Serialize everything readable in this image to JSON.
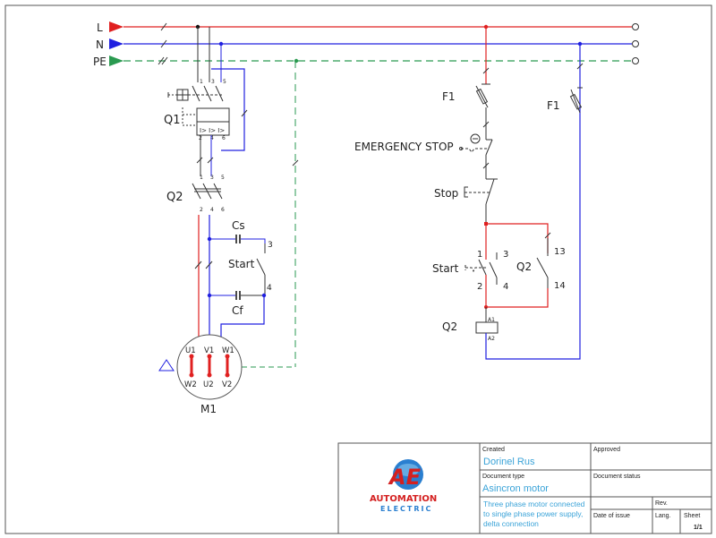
{
  "rails": [
    {
      "label": "L",
      "color": "#e02020"
    },
    {
      "label": "N",
      "color": "#2020e0"
    },
    {
      "label": "PE",
      "color": "#2a9a50"
    }
  ],
  "power_circuit": {
    "breaker": {
      "label": "Q1",
      "top_terminals": [
        "1",
        "3",
        "5"
      ],
      "bottom_terminals": [
        "2",
        "4",
        "6"
      ]
    },
    "contactor": {
      "label": "Q2",
      "top_terminals": [
        "1",
        "3",
        "5"
      ],
      "bottom_terminals": [
        "2",
        "4",
        "6"
      ]
    },
    "start_capacitor": {
      "label": "Cs"
    },
    "run_capacitor": {
      "label": "Cf"
    },
    "start_switch": {
      "label": "Start",
      "terminals": [
        "3",
        "4"
      ]
    },
    "motor": {
      "label": "M1",
      "top_terminals": [
        "U1",
        "V1",
        "W1"
      ],
      "bottom_terminals": [
        "W2",
        "U2",
        "V2"
      ],
      "connection_symbol": "delta"
    }
  },
  "control_circuit": {
    "fuse_left": {
      "label": "F1"
    },
    "fuse_right": {
      "label": "F1"
    },
    "emergency_stop": {
      "label": "EMERGENCY STOP"
    },
    "stop_button": {
      "label": "Stop"
    },
    "start_button": {
      "label": "Start",
      "terminals": [
        "1",
        "3",
        "2",
        "4"
      ]
    },
    "hold_contact": {
      "label": "Q2",
      "terminals": [
        "13",
        "14"
      ]
    },
    "coil": {
      "label": "Q2",
      "terminals": [
        "A1",
        "A2"
      ]
    }
  },
  "title_block": {
    "logo_text": [
      "AUTOMATION",
      "ELECTRIC"
    ],
    "created_label": "Created",
    "created_value": "Dorinel Rus",
    "approved_label": "Approved",
    "doc_type_label": "Document type",
    "doc_type_value": "Asincron motor",
    "doc_status_label": "Document status",
    "description": [
      "Three phase motor connected",
      "to single phase power supply,",
      "delta connection"
    ],
    "rev_label": "Rev.",
    "date_label": "Date of issue",
    "lang_label": "Lang.",
    "sheet_label": "Sheet",
    "sheet_value": "1/1"
  }
}
